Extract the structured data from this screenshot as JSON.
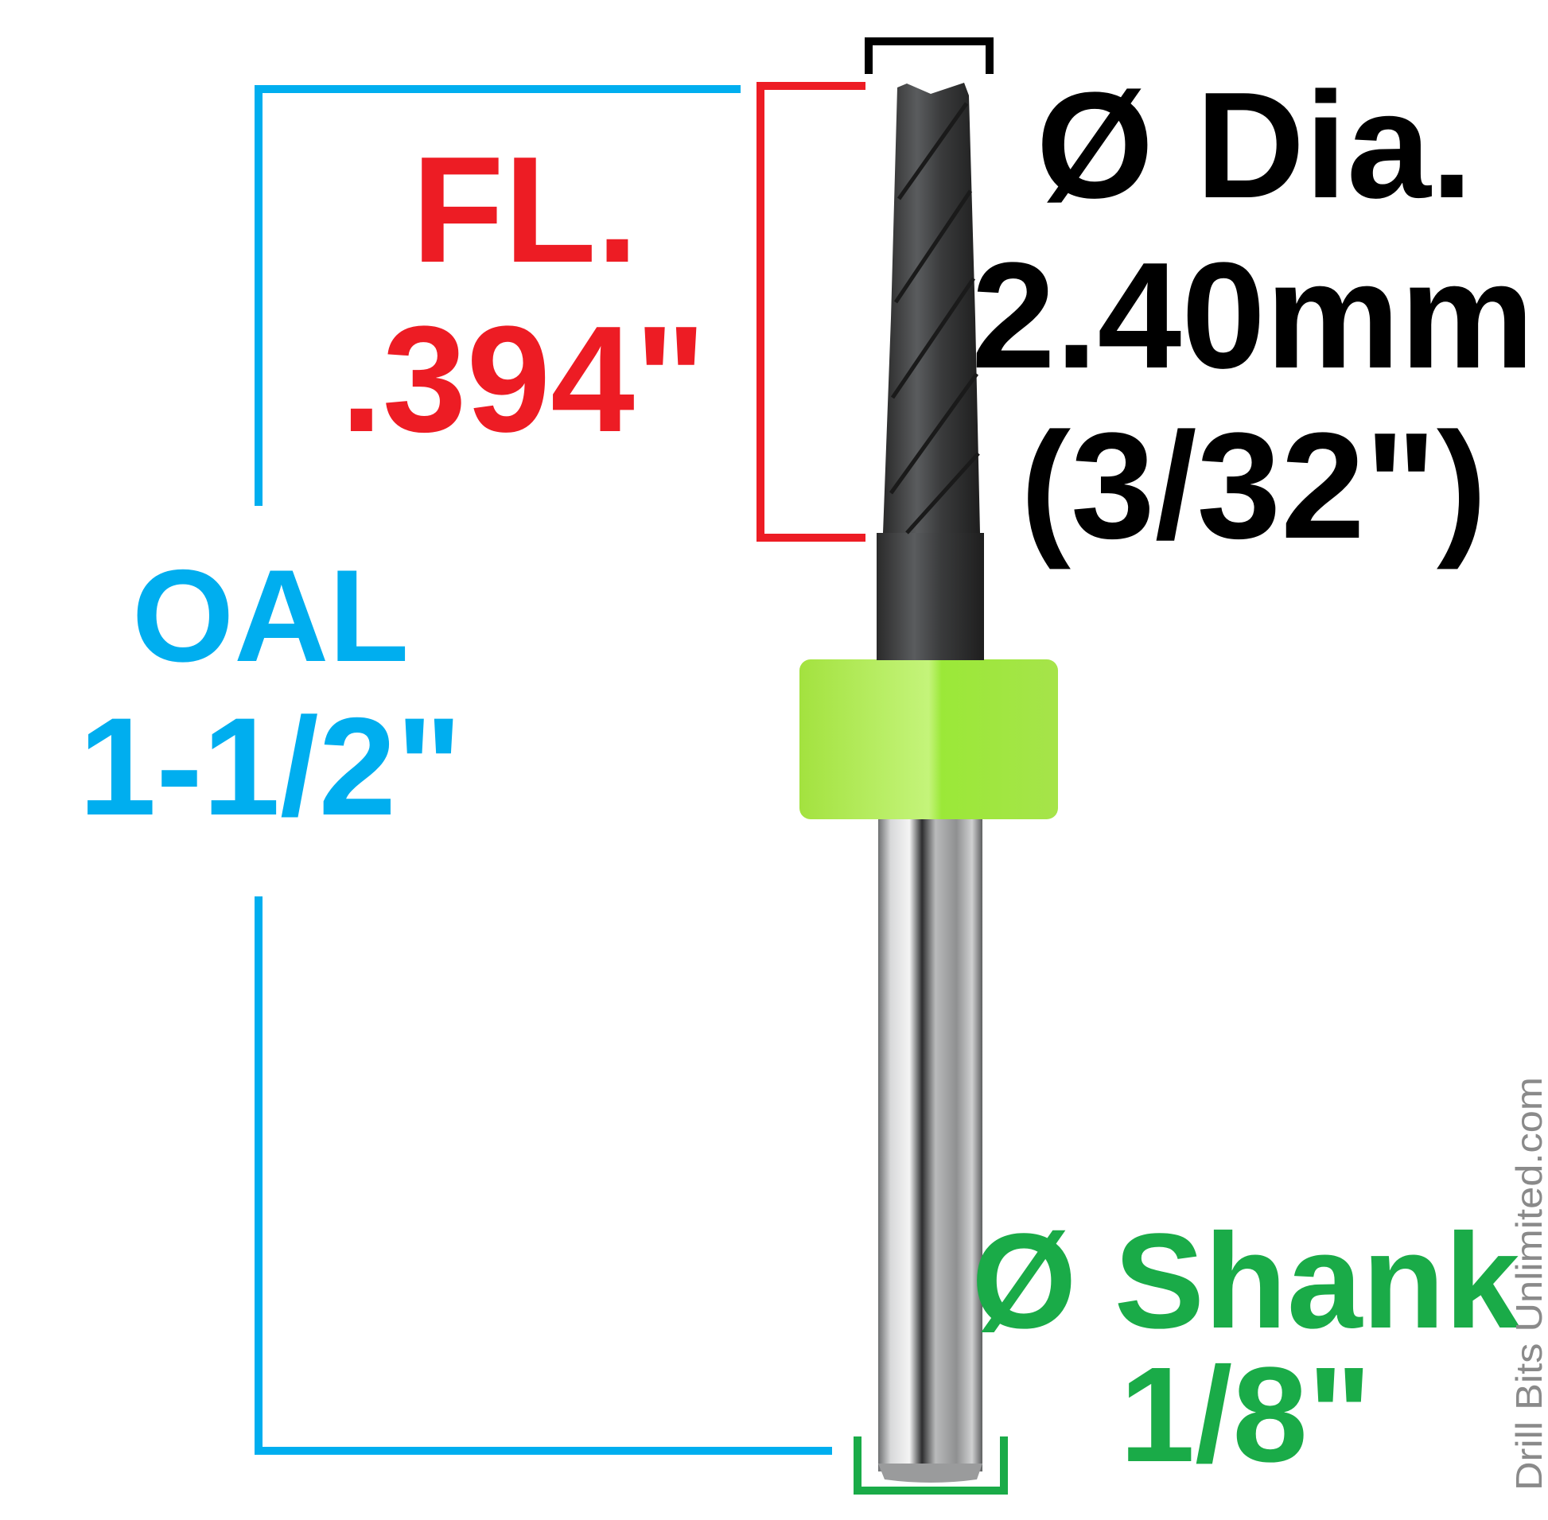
{
  "labels": {
    "flute_length_title": "FL.",
    "flute_length_value": ".394\"",
    "overall_length_title": "OAL",
    "overall_length_value": "1-1/2\"",
    "diameter_title": "Ø Dia.",
    "diameter_metric": "2.40mm",
    "diameter_imperial": "(3/32\")",
    "shank_title": "Ø Shank",
    "shank_value": "1/8\""
  },
  "watermark": "Drill Bits Unlimited.com",
  "colors": {
    "oal": "#00aeef",
    "flute_length": "#ed1c24",
    "diameter": "#000000",
    "shank": "#1aab48",
    "collar": "#b5ef5a",
    "watermark": "#8a8a8a"
  }
}
